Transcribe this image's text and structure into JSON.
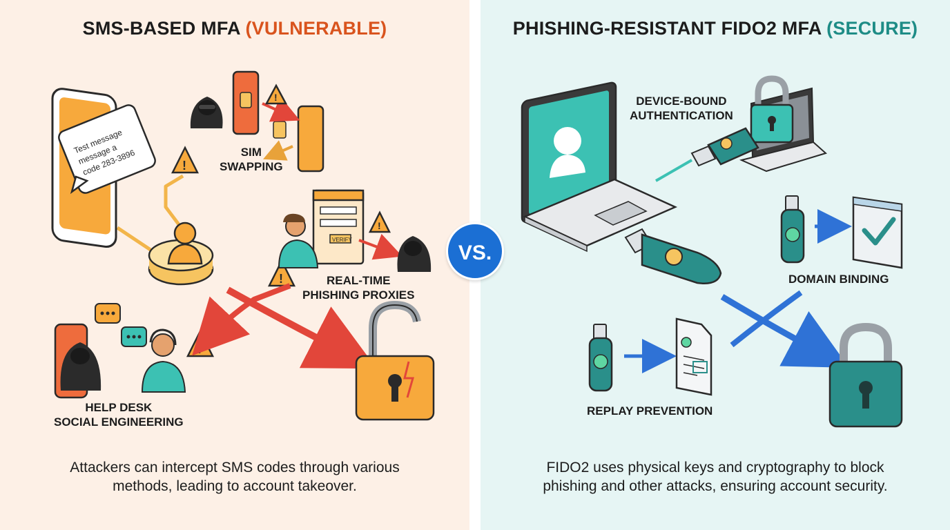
{
  "left": {
    "title_main": "SMS-BASED MFA ",
    "title_accent": "(VULNERABLE)",
    "sms_bubble": [
      "Test message",
      "message a",
      "code 283-3896"
    ],
    "proxy_button": "VERIFY",
    "labels": {
      "sim_swapping": [
        "SIM",
        "SWAPPING"
      ],
      "phishing_proxies": [
        "REAL-TIME",
        "PHISHING PROXIES"
      ],
      "help_desk": [
        "HELP DESK",
        "SOCIAL ENGINEERING"
      ]
    },
    "caption": [
      "Attackers can intercept SMS codes through various",
      "methods, leading to account takeover."
    ],
    "colors": {
      "accent": "#d9541e",
      "background": "#fdf0e6",
      "phone": "#f7a93c",
      "arrow": "#e2463a"
    }
  },
  "vs_label": "VS.",
  "right": {
    "title_main": "PHISHING-RESISTANT FIDO2 MFA ",
    "title_accent": "(SECURE)",
    "labels": {
      "device_bound": [
        "DEVICE-BOUND",
        "AUTHENTICATION"
      ],
      "domain_binding": "DOMAIN BINDING",
      "replay_prevention": "REPLAY PREVENTION"
    },
    "caption": [
      "FIDO2 uses physical keys and cryptography to block",
      "phishing and other attacks, ensuring account security."
    ],
    "colors": {
      "accent": "#1e8c86",
      "background": "#e6f5f4",
      "key": "#2a8f8a",
      "arrow": "#2f72d6"
    }
  },
  "icons": [
    "smartphone-icon",
    "hooded-attacker-icon",
    "sim-card-icon",
    "warning-icon",
    "user-icon",
    "browser-window-icon",
    "chat-bubble-icon",
    "support-agent-icon",
    "broken-padlock-icon",
    "laptop-icon",
    "padlock-icon",
    "usb-security-key-icon",
    "checkmark-icon",
    "document-icon"
  ]
}
